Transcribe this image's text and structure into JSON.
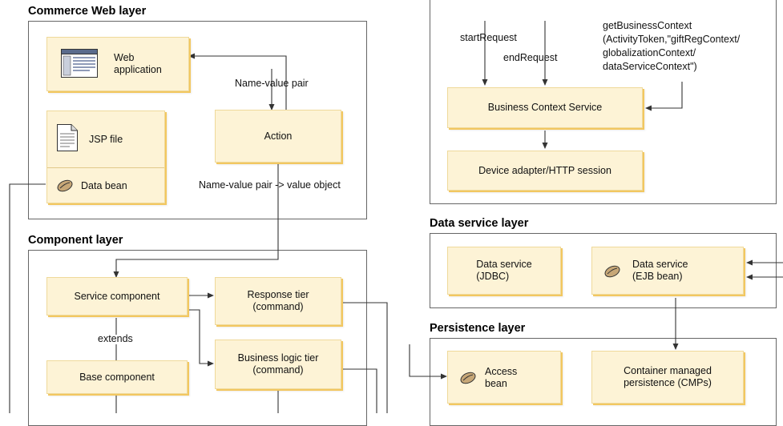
{
  "layers": {
    "commerce_web": "Commerce Web layer",
    "component": "Component layer",
    "data_service": "Data service layer",
    "persistence": "Persistence layer"
  },
  "boxes": {
    "web_application": [
      "Web",
      "application"
    ],
    "jsp_file": "JSP file",
    "data_bean": "Data bean",
    "action": "Action",
    "service_component": "Service component",
    "response_tier": [
      "Response tier",
      "(command)"
    ],
    "business_logic_tier": [
      "Business logic tier",
      "(command)"
    ],
    "base_component": "Base component",
    "business_context_service": "Business Context Service",
    "device_adapter": "Device adapter/HTTP session",
    "data_service_jdbc": [
      "Data service",
      "(JDBC)"
    ],
    "data_service_ejb": [
      "Data service",
      "(EJB bean)"
    ],
    "access_bean": [
      "Access",
      "bean"
    ],
    "container_managed": [
      "Container managed",
      "persistence (CMPs)"
    ]
  },
  "labels": {
    "name_value_pair": "Name-value pair",
    "name_value_to_object": "Name-value pair -> value object",
    "extends": "extends",
    "start_request": "startRequest",
    "end_request": "endRequest",
    "get_business_context": [
      "getBusinessContext",
      "(ActivityToken,\"giftRegContext/",
      "globalizationContext/",
      "dataServiceContext\")"
    ]
  },
  "icons": {
    "web_application": "window-icon",
    "jsp_file": "document-icon",
    "bean": "bean-icon"
  },
  "colors": {
    "box_fill": "#fdf3d6",
    "box_shadow": "#f2c760",
    "line": "#333333"
  }
}
